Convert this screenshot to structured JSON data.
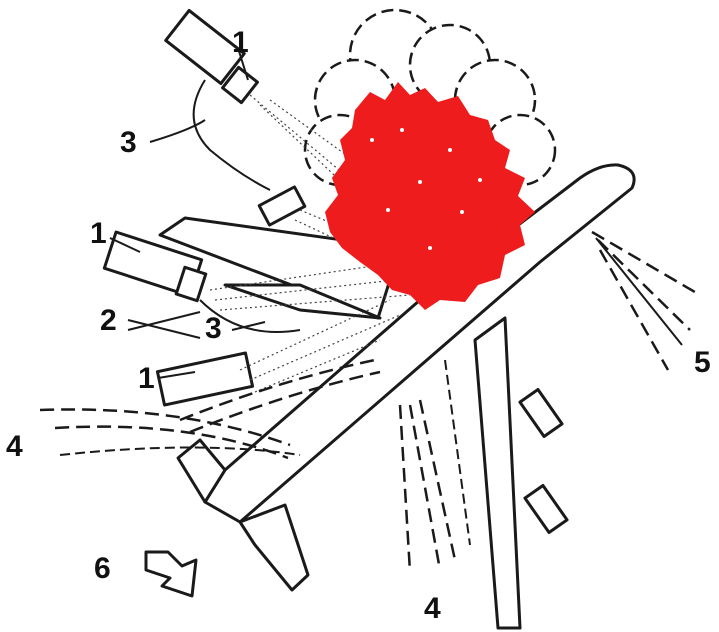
{
  "colors": {
    "fire": "#ee1c1c",
    "line": "#1a1a1a",
    "background": "#ffffff"
  },
  "labels": {
    "nozzle_top": "1",
    "nozzle_left": "1",
    "nozzle_lower": "1",
    "item_2": "2",
    "item_3_top": "3",
    "item_3_mid": "3",
    "item_4_left": "4",
    "item_4_bottom": "4",
    "item_5": "5",
    "item_6": "6"
  },
  "icons": {
    "wind_direction": "wind-arrow-icon"
  }
}
